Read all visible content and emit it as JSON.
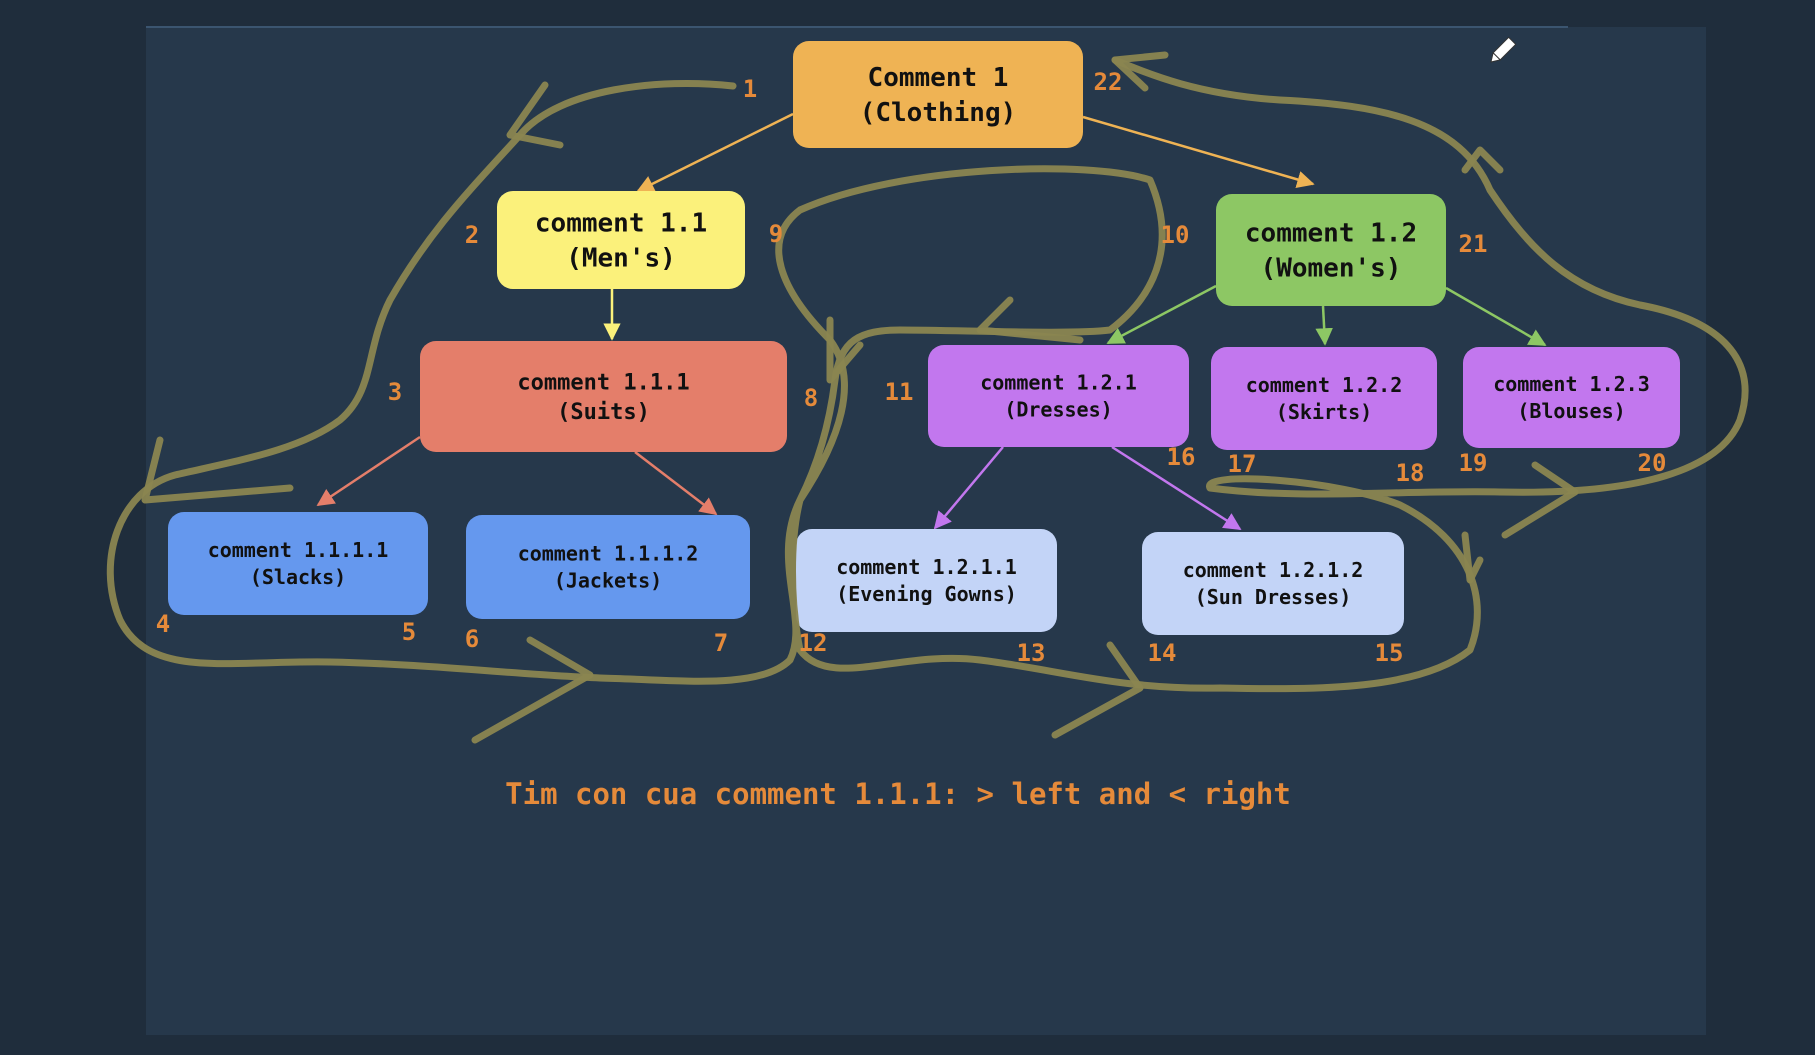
{
  "colors": {
    "background": "#1f2d3c",
    "panel": "#26384b",
    "orange": "#efb354",
    "yellow": "#fbf17b",
    "salmon": "#e47e6a",
    "green": "#8dc764",
    "purple": "#c277ee",
    "blue": "#6598ee",
    "light_blue": "#c3d4f7",
    "number": "#e58a3a",
    "path": "#8a8550"
  },
  "nodes": [
    {
      "id": "n1",
      "line1": "Comment 1",
      "line2": "(Clothing)",
      "color": "orange"
    },
    {
      "id": "n11",
      "line1": "comment 1.1",
      "line2": "(Men's)",
      "color": "yellow"
    },
    {
      "id": "n12",
      "line1": "comment 1.2",
      "line2": "(Women's)",
      "color": "green"
    },
    {
      "id": "n111",
      "line1": "comment 1.1.1",
      "line2": "(Suits)",
      "color": "salmon"
    },
    {
      "id": "n121",
      "line1": "comment 1.2.1",
      "line2": "(Dresses)",
      "color": "purple"
    },
    {
      "id": "n122",
      "line1": "comment 1.2.2",
      "line2": "(Skirts)",
      "color": "purple"
    },
    {
      "id": "n123",
      "line1": "comment 1.2.3",
      "line2": "(Blouses)",
      "color": "purple"
    },
    {
      "id": "n1111",
      "line1": "comment 1.1.1.1",
      "line2": "(Slacks)",
      "color": "blue"
    },
    {
      "id": "n1112",
      "line1": "comment 1.1.1.2",
      "line2": "(Jackets)",
      "color": "blue"
    },
    {
      "id": "n1211",
      "line1": "comment 1.2.1.1",
      "line2": "(Evening Gowns)",
      "color": "light_blue"
    },
    {
      "id": "n1212",
      "line1": "comment 1.2.1.2",
      "line2": "(Sun Dresses)",
      "color": "light_blue"
    }
  ],
  "edges": [
    {
      "from": "n1",
      "to": "n11",
      "color": "orange"
    },
    {
      "from": "n1",
      "to": "n12",
      "color": "orange"
    },
    {
      "from": "n11",
      "to": "n111",
      "color": "yellow"
    },
    {
      "from": "n12",
      "to": "n121",
      "color": "green"
    },
    {
      "from": "n12",
      "to": "n122",
      "color": "green"
    },
    {
      "from": "n12",
      "to": "n123",
      "color": "green"
    },
    {
      "from": "n111",
      "to": "n1111",
      "color": "salmon"
    },
    {
      "from": "n111",
      "to": "n1112",
      "color": "salmon"
    },
    {
      "from": "n121",
      "to": "n1211",
      "color": "purple"
    },
    {
      "from": "n121",
      "to": "n1212",
      "color": "purple"
    }
  ],
  "numbers": [
    "1",
    "2",
    "3",
    "4",
    "5",
    "6",
    "7",
    "8",
    "9",
    "10",
    "11",
    "12",
    "13",
    "14",
    "15",
    "16",
    "17",
    "18",
    "19",
    "20",
    "21",
    "22"
  ],
  "caption": "Tim con cua comment 1.1.1: > left and < right"
}
